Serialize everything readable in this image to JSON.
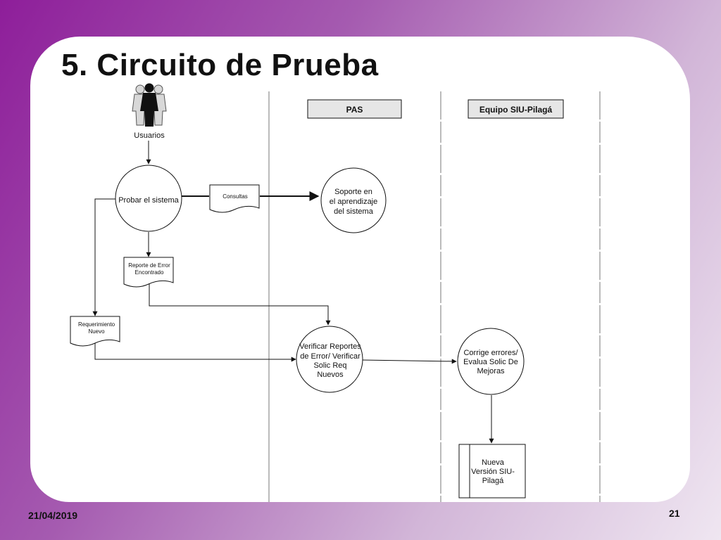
{
  "slide": {
    "title": "5. Circuito de Prueba",
    "date": "21/04/2019",
    "page_number": "21"
  },
  "lanes": {
    "pas": "PAS",
    "siu": "Equipo SIU-Pilagá"
  },
  "actor": {
    "label": "Usuarios",
    "icon": "users-icon"
  },
  "nodes": {
    "probar": "Probar el sistema",
    "consultas": "Consultas",
    "soporte": [
      "Soporte en",
      "el aprendizaje",
      "del sistema"
    ],
    "reporte": [
      "Reporte de Error",
      "Encontrado"
    ],
    "requerimiento": [
      "Requerimiento",
      "Nuevo"
    ],
    "verificar": [
      "Verificar Reportes",
      "de Error/ Verificar",
      "Solic Req",
      "Nuevos"
    ],
    "corrige": [
      "Corrige errores/",
      "Evalua Solic De",
      "Mejoras"
    ],
    "nueva": [
      "Nueva",
      "Versión SIU-",
      "Pilagá"
    ]
  }
}
